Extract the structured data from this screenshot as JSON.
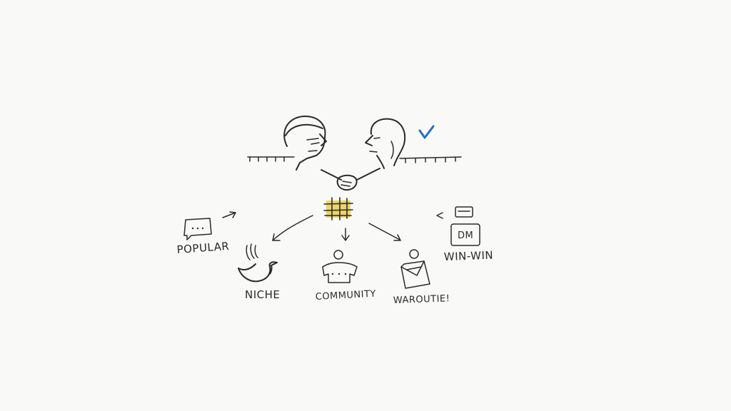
{
  "labels": {
    "popular": "POPULAR",
    "niche": "NICHE",
    "community": "COMMUNITY",
    "waroutie": "WAROUTIE!",
    "win_win": "WIN-WIN",
    "dm": "DM"
  },
  "colors": {
    "ink": "#2a2a2a",
    "hashtag_yellow": "#e8c53a",
    "check_blue": "#1d6fd1",
    "background": "#f9f9f7"
  },
  "icons": [
    "person-left-icon",
    "person-right-icon",
    "handshake-icon",
    "hashtag-icon",
    "checkmark-icon",
    "chat-bubble-icon",
    "bird-icon",
    "community-person-icon",
    "envelope-icon",
    "dm-box-icon"
  ]
}
